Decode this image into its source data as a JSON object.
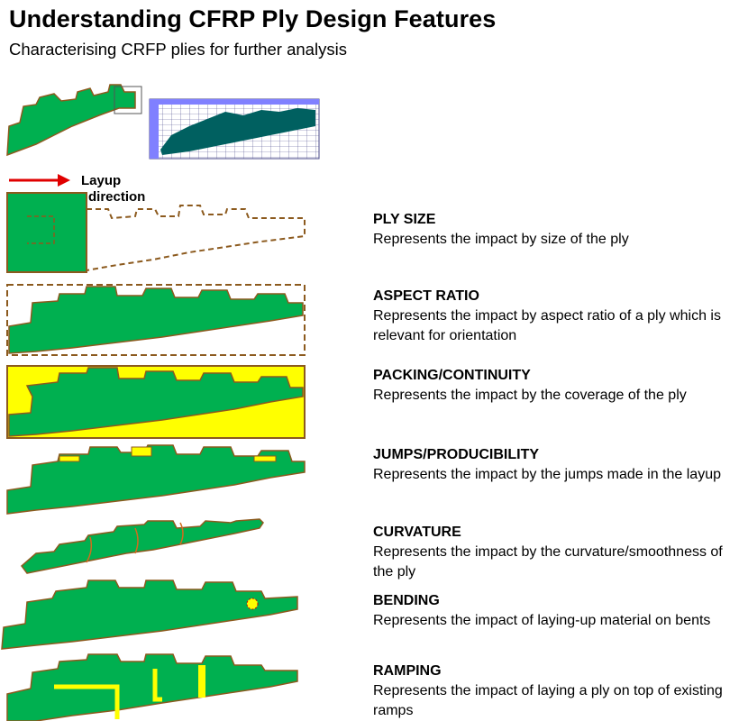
{
  "title": "Understanding CFRP Ply Design Features",
  "subtitle": "Characterising CRFP plies for further analysis",
  "layup_label": {
    "line1": "Layup",
    "line2": "direction"
  },
  "colors": {
    "ply_fill": "#00b050",
    "ply_edge": "#8c5a1e",
    "highlight": "#ffff00",
    "arrow": "#e00000",
    "table_header": "#8080ff",
    "table_cell": "#006060"
  },
  "features": [
    {
      "heading": "PLY SIZE",
      "description": "Represents the impact by size of the ply"
    },
    {
      "heading": "ASPECT RATIO",
      "description": "Represents the impact by aspect ratio of a ply which is relevant for orientation"
    },
    {
      "heading": "PACKING/CONTINUITY",
      "description": "Represents the impact by the coverage of the ply"
    },
    {
      "heading": "JUMPS/PRODUCIBILITY",
      "description": "Represents the impact by the jumps made in the layup"
    },
    {
      "heading": "CURVATURE",
      "description": "Represents the impact by the curvature/smoothness of the ply"
    },
    {
      "heading": "BENDING",
      "description": "Represents the impact of laying-up material on bents"
    },
    {
      "heading": "RAMPING",
      "description": "Represents the impact of laying a ply on top of existing ramps"
    }
  ]
}
